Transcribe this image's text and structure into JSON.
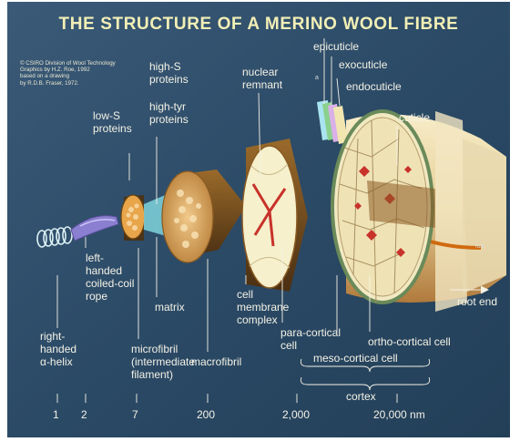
{
  "title": "THE STRUCTURE OF A MERINO WOOL FIBRE",
  "credit": "© CSIRO Division of Wool Technology\nGraphics by H.Z. Roe, 1992\nbased on a drawing\nby R.D.B. Fraser, 1972.",
  "labels": {
    "epicuticle": "epicuticle",
    "exocuticle": "exocuticle",
    "endocuticle": "endocuticle",
    "cuticle": "cuticle",
    "nuclear_remnant": "nuclear\nremnant",
    "high_s": "high-S\nproteins",
    "high_tyr": "high-tyr\nproteins",
    "low_s": "low-S\nproteins",
    "rope": "left-\nhanded\ncoiled-coil\nrope",
    "helix": "right-\nhanded\nα-helix",
    "matrix": "matrix",
    "microfibril": "microfibril\n(intermediate\nfilament)",
    "macrofibril": "macrofibril",
    "cmc": "cell\nmembrane\ncomplex",
    "para": "para-cortical\ncell",
    "meso": "meso-cortical cell",
    "ortho": "ortho-cortical cell",
    "cortex": "cortex",
    "root_end": "root end",
    "a_mark": "a",
    "scale_mark": "NZR"
  },
  "scale_ticks": [
    "1",
    "2",
    "7",
    "200",
    "2,000",
    "20,000 nm"
  ],
  "colors": {
    "background": "#2b4a66",
    "title": "#f2efb6",
    "text": "#f4f2e6",
    "cuticle": "#f1e2b8",
    "macrofibril": "#d9a65a",
    "cell_interior": "#f6f0cc",
    "nucleus": "#c8322a"
  }
}
